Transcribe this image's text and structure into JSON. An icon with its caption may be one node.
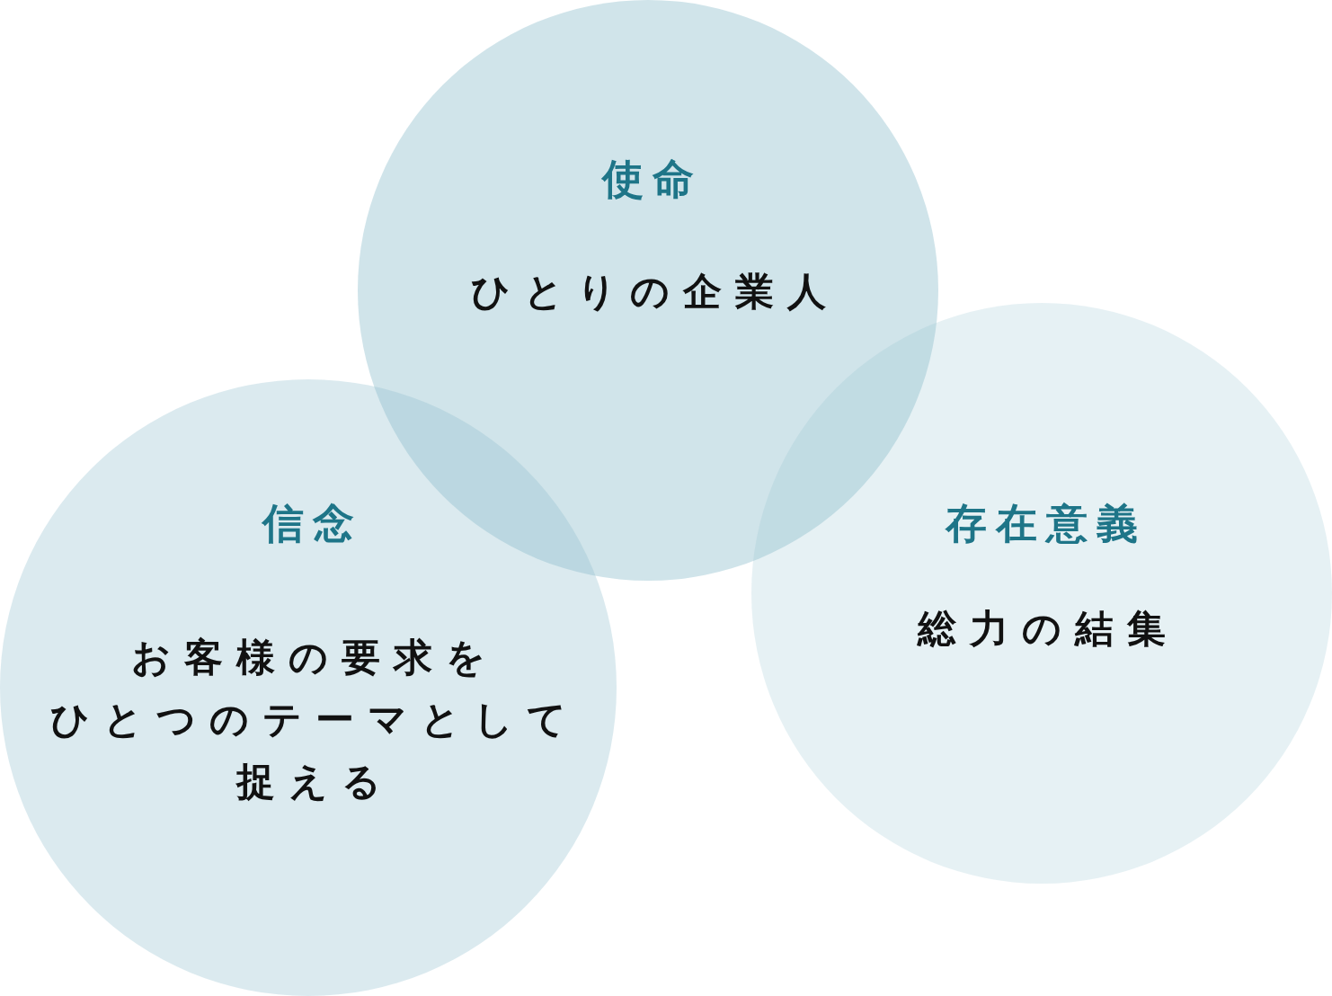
{
  "diagram": {
    "nodes": [
      {
        "text": [
          "使命",
          "ひとりの企業人"
        ]
      },
      {
        "text": [
          "信念",
          "お客様の要求をひとつのテーマとして捉える"
        ]
      },
      {
        "text": [
          "存在意義",
          "総力の結集"
        ]
      }
    ]
  }
}
